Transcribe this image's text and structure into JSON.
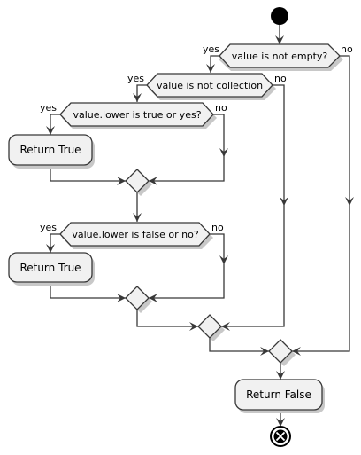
{
  "decisions": {
    "not_empty": {
      "question": "value is not empty?",
      "yes": "yes",
      "no": "no"
    },
    "not_collection": {
      "question": "value is not collection",
      "yes": "yes",
      "no": "no"
    },
    "lower_true": {
      "question": "value.lower is true or yes?",
      "yes": "yes",
      "no": "no"
    },
    "lower_false": {
      "question": "value.lower is false or no?",
      "yes": "yes",
      "no": "no"
    }
  },
  "actions": {
    "return_true_1": "Return True",
    "return_true_2": "Return True",
    "return_false": "Return False"
  }
}
